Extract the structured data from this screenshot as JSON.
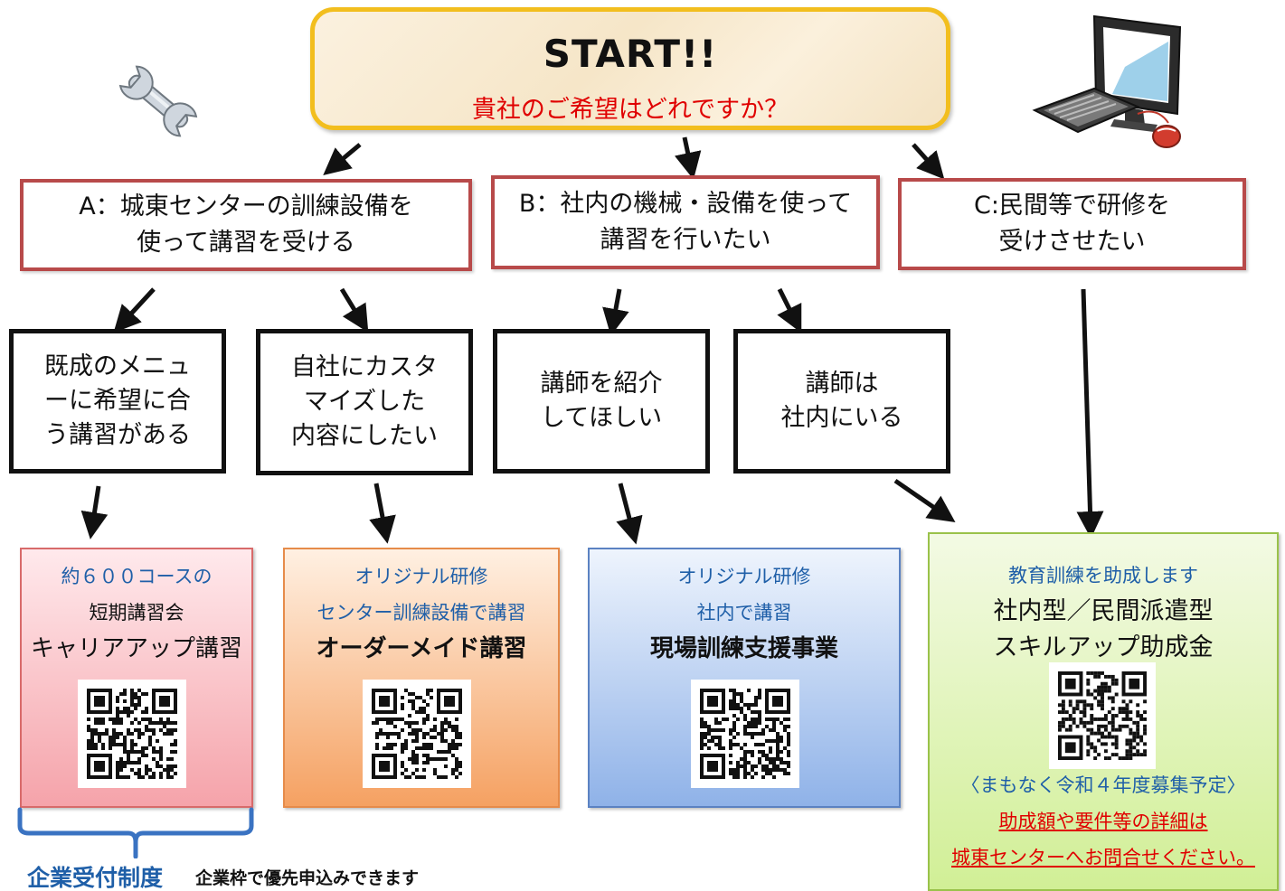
{
  "start": {
    "title": "START!!",
    "question": "貴社のご希望はどれですか？"
  },
  "options": {
    "a": {
      "line1": "A：城東センターの訓練設備を",
      "line2": "使って講習を受ける"
    },
    "b": {
      "line1": "B：社内の機械・設備を使って",
      "line2": "講習を行いたい"
    },
    "c": {
      "line1": "C:民間等で研修を",
      "line2": "受けさせたい"
    }
  },
  "choices": {
    "existing_menu": {
      "line1": "既成のメニュ",
      "line2": "ーに希望に合",
      "line3": "う講習がある"
    },
    "customize": {
      "line1": "自社にカスタ",
      "line2": "マイズした",
      "line3": "内容にしたい"
    },
    "introduce_instructor": {
      "line1": "講師を紹介",
      "line2": "してほしい"
    },
    "instructor_inhouse": {
      "line1": "講師は",
      "line2": "社内にいる"
    }
  },
  "results": {
    "career_up": {
      "sub1": "約６００コースの",
      "sub2": "短期講習会",
      "main": "キャリアアップ講習"
    },
    "order_made": {
      "sub1": "オリジナル研修",
      "sub2": "センター訓練設備で講習",
      "main": "オーダーメイド講習"
    },
    "onsite": {
      "sub1": "オリジナル研修",
      "sub2": "社内で講習",
      "main": "現場訓練支援事業"
    },
    "subsidy": {
      "sub1": "教育訓練を助成します",
      "main1": "社内型／民間派遣型",
      "main2": "スキルアップ助成金",
      "note": "〈まもなく令和４年度募集予定〉",
      "link1": "助成額や要件等の詳細は",
      "link2": "城東センターへお問合せください。"
    }
  },
  "footer": {
    "corp_title": "企業受付制度",
    "corp_desc": "企業枠で優先申込みできます"
  },
  "colors": {
    "start_border": "#f2be1e",
    "question_red": "#e00000",
    "option_border": "#b84a4a",
    "accent_blue": "#1f5fa8"
  },
  "icons": [
    "wrench-icon",
    "computer-icon",
    "qr-code-icon"
  ]
}
